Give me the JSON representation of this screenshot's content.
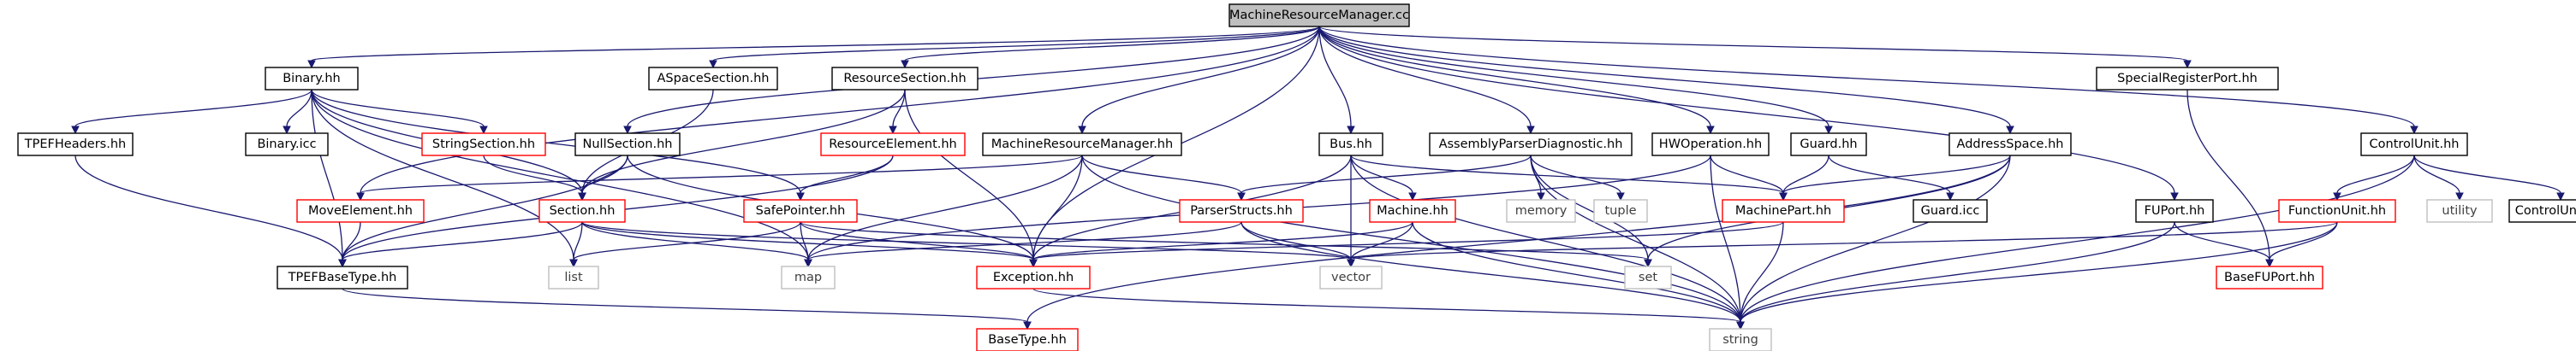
{
  "colors": {
    "edge": "#191970",
    "root_fill": "#bfbfbf",
    "root_border": "#000000",
    "default_border": "#000000",
    "red_border": "#ff0000",
    "system_border": "#bfbfbf",
    "node_fill": "#ffffff",
    "text": "#000000"
  },
  "nodes": [
    {
      "id": "root",
      "label": "MachineResourceManager.cc",
      "style": "root"
    },
    {
      "id": "binary_hh",
      "label": "Binary.hh",
      "style": "black"
    },
    {
      "id": "aspacesection_hh",
      "label": "ASpaceSection.hh",
      "style": "black"
    },
    {
      "id": "resourcesection_hh",
      "label": "ResourceSection.hh",
      "style": "black"
    },
    {
      "id": "specialregisterport_hh",
      "label": "SpecialRegisterPort.hh",
      "style": "black"
    },
    {
      "id": "tpefheaders_hh",
      "label": "TPEFHeaders.hh",
      "style": "black"
    },
    {
      "id": "binary_icc",
      "label": "Binary.icc",
      "style": "black"
    },
    {
      "id": "stringsection_hh",
      "label": "StringSection.hh",
      "style": "red"
    },
    {
      "id": "nullsection_hh",
      "label": "NullSection.hh",
      "style": "black"
    },
    {
      "id": "resourceelement_hh",
      "label": "ResourceElement.hh",
      "style": "red"
    },
    {
      "id": "machineresourcemanager_hh",
      "label": "MachineResourceManager.hh",
      "style": "black"
    },
    {
      "id": "bus_hh",
      "label": "Bus.hh",
      "style": "black"
    },
    {
      "id": "assemblyparserdiagnostic_hh",
      "label": "AssemblyParserDiagnostic.hh",
      "style": "black"
    },
    {
      "id": "hwoperation_hh",
      "label": "HWOperation.hh",
      "style": "black"
    },
    {
      "id": "guard_hh",
      "label": "Guard.hh",
      "style": "black"
    },
    {
      "id": "addressspace_hh",
      "label": "AddressSpace.hh",
      "style": "black"
    },
    {
      "id": "controlunit_hh",
      "label": "ControlUnit.hh",
      "style": "black"
    },
    {
      "id": "moveelement_hh",
      "label": "MoveElement.hh",
      "style": "red"
    },
    {
      "id": "section_hh",
      "label": "Section.hh",
      "style": "red"
    },
    {
      "id": "safepointer_hh",
      "label": "SafePointer.hh",
      "style": "red"
    },
    {
      "id": "parserstructs_hh",
      "label": "ParserStructs.hh",
      "style": "red"
    },
    {
      "id": "machine_hh",
      "label": "Machine.hh",
      "style": "red"
    },
    {
      "id": "memory",
      "label": "memory",
      "style": "system"
    },
    {
      "id": "tuple",
      "label": "tuple",
      "style": "system"
    },
    {
      "id": "machinepart_hh",
      "label": "MachinePart.hh",
      "style": "red"
    },
    {
      "id": "guard_icc",
      "label": "Guard.icc",
      "style": "black"
    },
    {
      "id": "fuport_hh",
      "label": "FUPort.hh",
      "style": "black"
    },
    {
      "id": "functionunit_hh",
      "label": "FunctionUnit.hh",
      "style": "red"
    },
    {
      "id": "utility",
      "label": "utility",
      "style": "system"
    },
    {
      "id": "controlunit_icc",
      "label": "ControlUnit.icc",
      "style": "black"
    },
    {
      "id": "tpefbasetype_hh",
      "label": "TPEFBaseType.hh",
      "style": "black"
    },
    {
      "id": "list",
      "label": "list",
      "style": "system"
    },
    {
      "id": "map",
      "label": "map",
      "style": "system"
    },
    {
      "id": "exception_hh",
      "label": "Exception.hh",
      "style": "red"
    },
    {
      "id": "vector",
      "label": "vector",
      "style": "system"
    },
    {
      "id": "set",
      "label": "set",
      "style": "system"
    },
    {
      "id": "basefuport_hh",
      "label": "BaseFUPort.hh",
      "style": "red"
    },
    {
      "id": "basetype_hh",
      "label": "BaseType.hh",
      "style": "red"
    },
    {
      "id": "string",
      "label": "string",
      "style": "system"
    }
  ],
  "edges": [
    [
      "root",
      "binary_hh"
    ],
    [
      "root",
      "aspacesection_hh"
    ],
    [
      "root",
      "resourcesection_hh"
    ],
    [
      "root",
      "specialregisterport_hh"
    ],
    [
      "root",
      "nullsection_hh"
    ],
    [
      "root",
      "machineresourcemanager_hh"
    ],
    [
      "root",
      "bus_hh"
    ],
    [
      "root",
      "assemblyparserdiagnostic_hh"
    ],
    [
      "root",
      "hwoperation_hh"
    ],
    [
      "root",
      "guard_hh"
    ],
    [
      "root",
      "addressspace_hh"
    ],
    [
      "root",
      "controlunit_hh"
    ],
    [
      "root",
      "fuport_hh"
    ],
    [
      "root",
      "moveelement_hh"
    ],
    [
      "root",
      "exception_hh"
    ],
    [
      "binary_hh",
      "tpefheaders_hh"
    ],
    [
      "binary_hh",
      "binary_icc"
    ],
    [
      "binary_hh",
      "stringsection_hh"
    ],
    [
      "binary_hh",
      "section_hh"
    ],
    [
      "binary_hh",
      "safepointer_hh"
    ],
    [
      "binary_hh",
      "tpefbasetype_hh"
    ],
    [
      "binary_hh",
      "list"
    ],
    [
      "binary_hh",
      "map"
    ],
    [
      "aspacesection_hh",
      "section_hh"
    ],
    [
      "resourcesection_hh",
      "resourceelement_hh"
    ],
    [
      "resourcesection_hh",
      "section_hh"
    ],
    [
      "resourcesection_hh",
      "exception_hh"
    ],
    [
      "specialregisterport_hh",
      "basefuport_hh"
    ],
    [
      "tpefheaders_hh",
      "tpefbasetype_hh"
    ],
    [
      "stringsection_hh",
      "section_hh"
    ],
    [
      "nullsection_hh",
      "section_hh"
    ],
    [
      "nullsection_hh",
      "tpefbasetype_hh"
    ],
    [
      "nullsection_hh",
      "exception_hh"
    ],
    [
      "resourceelement_hh",
      "safepointer_hh"
    ],
    [
      "resourceelement_hh",
      "tpefbasetype_hh"
    ],
    [
      "machineresourcemanager_hh",
      "moveelement_hh"
    ],
    [
      "machineresourcemanager_hh",
      "parserstructs_hh"
    ],
    [
      "machineresourcemanager_hh",
      "map"
    ],
    [
      "machineresourcemanager_hh",
      "exception_hh"
    ],
    [
      "machineresourcemanager_hh",
      "string"
    ],
    [
      "bus_hh",
      "machine_hh"
    ],
    [
      "bus_hh",
      "machinepart_hh"
    ],
    [
      "bus_hh",
      "vector"
    ],
    [
      "bus_hh",
      "exception_hh"
    ],
    [
      "bus_hh",
      "string"
    ],
    [
      "assemblyparserdiagnostic_hh",
      "parserstructs_hh"
    ],
    [
      "assemblyparserdiagnostic_hh",
      "memory"
    ],
    [
      "assemblyparserdiagnostic_hh",
      "tuple"
    ],
    [
      "assemblyparserdiagnostic_hh",
      "set"
    ],
    [
      "assemblyparserdiagnostic_hh",
      "string"
    ],
    [
      "hwoperation_hh",
      "machinepart_hh"
    ],
    [
      "hwoperation_hh",
      "map"
    ],
    [
      "hwoperation_hh",
      "string"
    ],
    [
      "guard_hh",
      "machinepart_hh"
    ],
    [
      "guard_hh",
      "guard_icc"
    ],
    [
      "addressspace_hh",
      "machinepart_hh"
    ],
    [
      "addressspace_hh",
      "set"
    ],
    [
      "addressspace_hh",
      "string"
    ],
    [
      "addressspace_hh",
      "basetype_hh"
    ],
    [
      "controlunit_hh",
      "functionunit_hh"
    ],
    [
      "controlunit_hh",
      "utility"
    ],
    [
      "controlunit_hh",
      "controlunit_icc"
    ],
    [
      "controlunit_hh",
      "string"
    ],
    [
      "moveelement_hh",
      "tpefbasetype_hh"
    ],
    [
      "section_hh",
      "tpefbasetype_hh"
    ],
    [
      "section_hh",
      "list"
    ],
    [
      "section_hh",
      "map"
    ],
    [
      "section_hh",
      "exception_hh"
    ],
    [
      "section_hh",
      "vector"
    ],
    [
      "safepointer_hh",
      "list"
    ],
    [
      "safepointer_hh",
      "map"
    ],
    [
      "safepointer_hh",
      "exception_hh"
    ],
    [
      "safepointer_hh",
      "set"
    ],
    [
      "parserstructs_hh",
      "map"
    ],
    [
      "parserstructs_hh",
      "vector"
    ],
    [
      "parserstructs_hh",
      "string"
    ],
    [
      "machine_hh",
      "vector"
    ],
    [
      "machine_hh",
      "exception_hh"
    ],
    [
      "machine_hh",
      "string"
    ],
    [
      "machinepart_hh",
      "exception_hh"
    ],
    [
      "machinepart_hh",
      "string"
    ],
    [
      "fuport_hh",
      "basefuport_hh"
    ],
    [
      "fuport_hh",
      "string"
    ],
    [
      "functionunit_hh",
      "vector"
    ],
    [
      "functionunit_hh",
      "basefuport_hh"
    ],
    [
      "functionunit_hh",
      "string"
    ],
    [
      "tpefbasetype_hh",
      "basetype_hh"
    ],
    [
      "exception_hh",
      "string"
    ]
  ]
}
